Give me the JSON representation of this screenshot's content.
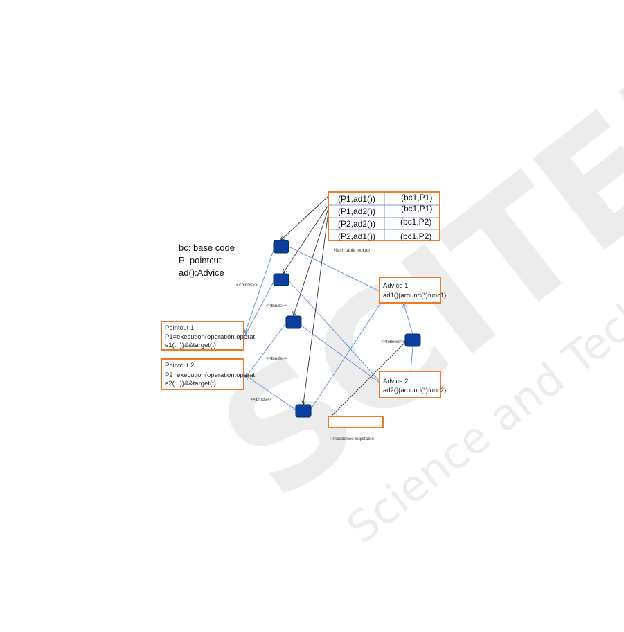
{
  "watermark": {
    "word": "SCITEPRESS",
    "tagline": "Science and Technology Publications"
  },
  "legend": [
    "bc: base code",
    "P: pointcut",
    "ad():Advice"
  ],
  "hash_table": {
    "caption": "Hash table lookup",
    "rows": [
      [
        "(P1,ad1())",
        "(bc1,P1)"
      ],
      [
        "(P1,ad2())",
        "(bc1,P1)"
      ],
      [
        "(P2,ad2())",
        "(bc1,P2)"
      ],
      [
        "(P2,ad1())",
        "(bc1,P2)"
      ]
    ]
  },
  "pointcuts": [
    {
      "title": "Pointcut 1",
      "line1": "P1=execution(operation.operat",
      "line2": "e1(...))&&target(t)"
    },
    {
      "title": "Pointcut 2",
      "line1": "P2=execution(operation.operat",
      "line2": "e2(...))&&target(t)"
    }
  ],
  "advices": [
    {
      "title": "Advice 1",
      "body": "ad1(){around(*)func1}"
    },
    {
      "title": "Advice 2",
      "body": "ad2(){around(*)func2}"
    }
  ],
  "edge_labels": {
    "binds": "<<binds>>",
    "follows": "<<follows>>"
  },
  "precedence_caption": "Precedence  logictable",
  "colors": {
    "box_border": "#f07a2a",
    "node": "#0b3f9e",
    "binding_line": "#5b8bd0"
  }
}
